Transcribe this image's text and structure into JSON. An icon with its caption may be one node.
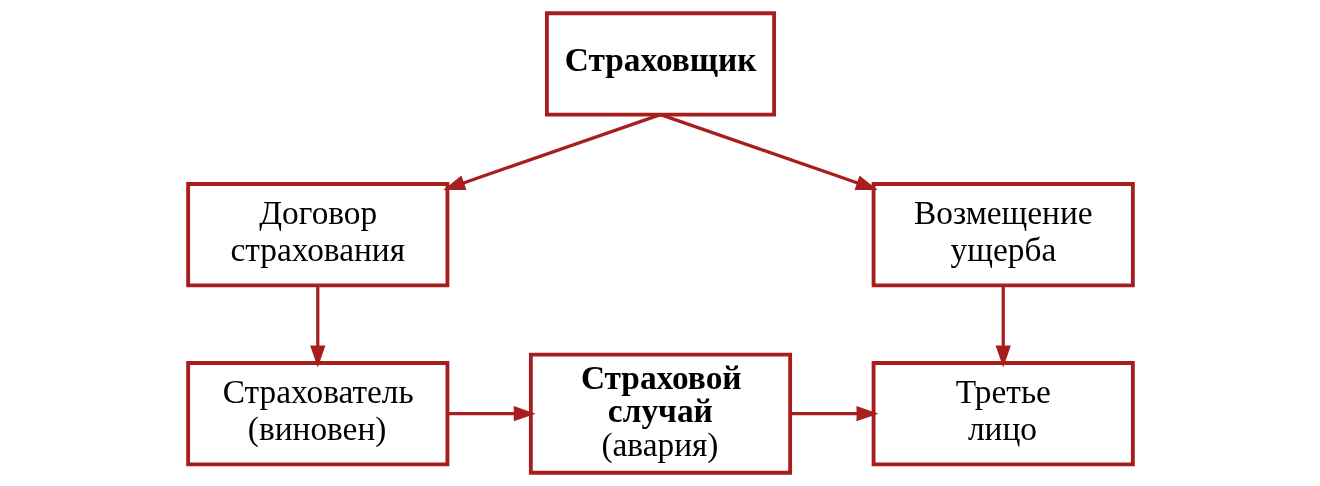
{
  "diagram": {
    "nodes": [
      {
        "text": [
          "Страховщик"
        ]
      },
      {
        "text": [
          "Договор страхования"
        ]
      },
      {
        "text": [
          "Возмещение ущерба"
        ]
      },
      {
        "text": [
          "Страхователь (виновен)"
        ]
      },
      {
        "text": [
          "Страховой случай",
          "(авария)"
        ]
      },
      {
        "text": [
          "Третье лицо"
        ]
      }
    ],
    "edges": [
      {
        "from": 0,
        "to": 1,
        "arrow": "to"
      },
      {
        "from": 0,
        "to": 2,
        "arrow": "to"
      },
      {
        "from": 1,
        "to": 3,
        "arrow": "to"
      },
      {
        "from": 2,
        "to": 5,
        "arrow": "to"
      },
      {
        "from": 3,
        "to": 4,
        "arrow": "to"
      },
      {
        "from": 4,
        "to": 5,
        "arrow": "to"
      }
    ]
  }
}
